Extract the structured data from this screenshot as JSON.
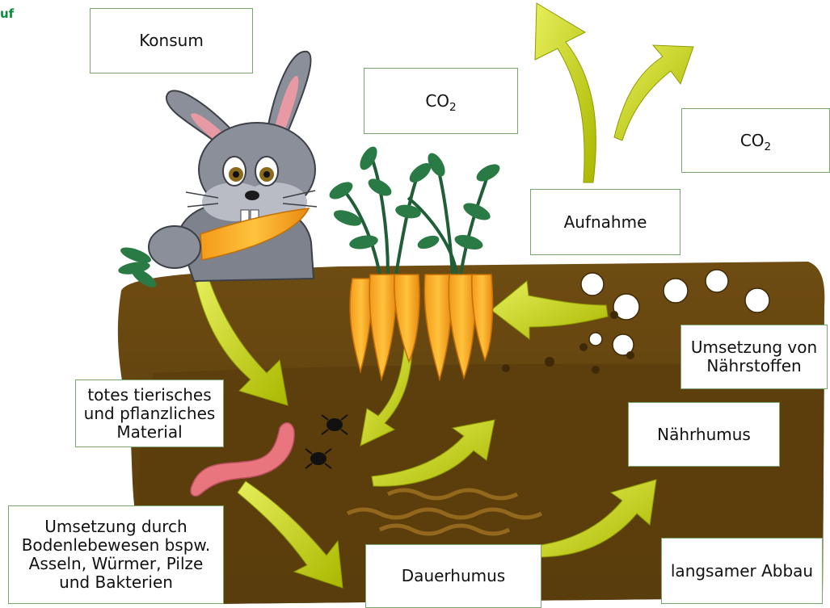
{
  "corner_text": "uf",
  "labels": {
    "konsum": "Konsum",
    "co2_left_main": "CO",
    "co2_left_sub": "2",
    "co2_right_main": "CO",
    "co2_right_sub": "2",
    "aufnahme": "Aufnahme",
    "umsetzung_naehrstoffe": "Umsetzung von Nährstoffen",
    "totes_material": "totes tierisches und pflanzliches Material",
    "naehrhumus": "Nährhumus",
    "umsetzung_bodenlebewesen": "Umsetzung durch Bodenlebewesen bspw. Asseln, Würmer, Pilze und Bakterien",
    "dauerhumus": "Dauerhumus",
    "langsamer_abbau": "langsamer Abbau"
  },
  "colors": {
    "soil_top": "#6b4a12",
    "soil_deep": "#5a3d0c",
    "arrow": "#c9d400",
    "box_border": "#7aa66d",
    "carrot": "#f5a623",
    "leaves": "#1f5e36",
    "rabbit": "#8a8f99",
    "worm": "#e9757f"
  },
  "illustration": {
    "rabbit": "rabbit-eating-carrot",
    "carrots": "carrot-bunch",
    "worm": "earthworm",
    "beetles": "soil-beetles",
    "pores": "soil-pores"
  }
}
